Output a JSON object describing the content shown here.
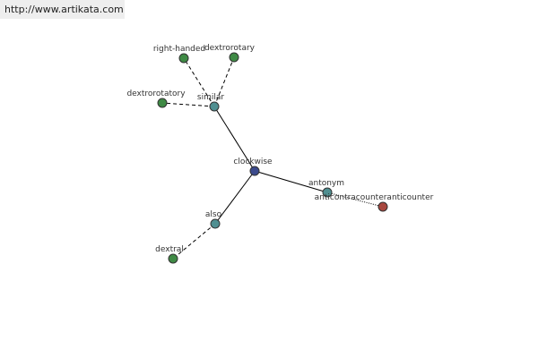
{
  "banner": {
    "url_text": "http://www.artikata.com"
  },
  "colors": {
    "hub": "#3b4a8c",
    "relation": "#4f8f91",
    "term": "#3f8a45",
    "opposite_term": "#a8473f"
  },
  "graph": {
    "nodes": [
      {
        "id": "clockwise",
        "label": "clockwise",
        "kind": "hub"
      },
      {
        "id": "similar",
        "label": "similar",
        "kind": "relation"
      },
      {
        "id": "antonym",
        "label": "antonym",
        "kind": "relation"
      },
      {
        "id": "also",
        "label": "also",
        "kind": "relation"
      },
      {
        "id": "right-handed",
        "label": "right-handed",
        "kind": "term"
      },
      {
        "id": "dextrorotary",
        "label": "dextrorotary",
        "kind": "term"
      },
      {
        "id": "dextrorotatory",
        "label": "dextrorotatory",
        "kind": "term"
      },
      {
        "id": "dextral",
        "label": "dextral",
        "kind": "term"
      },
      {
        "id": "anticounter",
        "label": "anticontracounteranticounter",
        "kind": "opposite_term"
      }
    ],
    "edges": [
      {
        "from": "clockwise",
        "to": "similar",
        "style": "solid"
      },
      {
        "from": "clockwise",
        "to": "antonym",
        "style": "solid"
      },
      {
        "from": "clockwise",
        "to": "also",
        "style": "solid"
      },
      {
        "from": "similar",
        "to": "right-handed",
        "style": "dashed"
      },
      {
        "from": "similar",
        "to": "dextrorotary",
        "style": "dashed"
      },
      {
        "from": "similar",
        "to": "dextrorotatory",
        "style": "dashed"
      },
      {
        "from": "also",
        "to": "dextral",
        "style": "dashed"
      },
      {
        "from": "antonym",
        "to": "anticounter",
        "style": "dotted"
      }
    ]
  }
}
